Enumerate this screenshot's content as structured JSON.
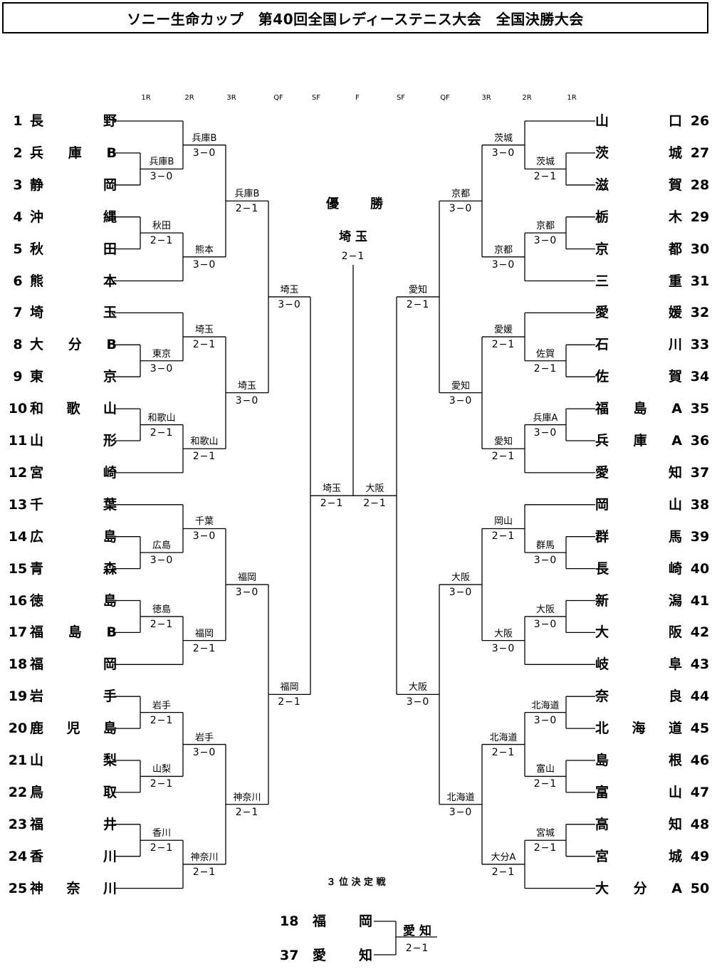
{
  "title": "ソニー生命カップ　第40回全国レディーステニス大会　全国決勝大会",
  "rounds_left": [
    "1R",
    "2R",
    "3R",
    "QF",
    "SF",
    "F"
  ],
  "rounds_right": [
    "SF",
    "QF",
    "3R",
    "2R",
    "1R"
  ],
  "teams_left": [
    {
      "no": "1",
      "chars": [
        "長",
        "野"
      ]
    },
    {
      "no": "2",
      "chars": [
        "兵",
        "庫",
        "B"
      ]
    },
    {
      "no": "3",
      "chars": [
        "静",
        "岡"
      ]
    },
    {
      "no": "4",
      "chars": [
        "沖",
        "縄"
      ]
    },
    {
      "no": "5",
      "chars": [
        "秋",
        "田"
      ]
    },
    {
      "no": "6",
      "chars": [
        "熊",
        "本"
      ]
    },
    {
      "no": "7",
      "chars": [
        "埼",
        "玉"
      ]
    },
    {
      "no": "8",
      "chars": [
        "大",
        "分",
        "B"
      ]
    },
    {
      "no": "9",
      "chars": [
        "東",
        "京"
      ]
    },
    {
      "no": "10",
      "chars": [
        "和",
        "歌",
        "山"
      ]
    },
    {
      "no": "11",
      "chars": [
        "山",
        "形"
      ]
    },
    {
      "no": "12",
      "chars": [
        "宮",
        "崎"
      ]
    },
    {
      "no": "13",
      "chars": [
        "千",
        "葉"
      ]
    },
    {
      "no": "14",
      "chars": [
        "広",
        "島"
      ]
    },
    {
      "no": "15",
      "chars": [
        "青",
        "森"
      ]
    },
    {
      "no": "16",
      "chars": [
        "徳",
        "島"
      ]
    },
    {
      "no": "17",
      "chars": [
        "福",
        "島",
        "B"
      ]
    },
    {
      "no": "18",
      "chars": [
        "福",
        "岡"
      ]
    },
    {
      "no": "19",
      "chars": [
        "岩",
        "手"
      ]
    },
    {
      "no": "20",
      "chars": [
        "鹿",
        "児",
        "島"
      ]
    },
    {
      "no": "21",
      "chars": [
        "山",
        "梨"
      ]
    },
    {
      "no": "22",
      "chars": [
        "鳥",
        "取"
      ]
    },
    {
      "no": "23",
      "chars": [
        "福",
        "井"
      ]
    },
    {
      "no": "24",
      "chars": [
        "香",
        "川"
      ]
    },
    {
      "no": "25",
      "chars": [
        "神",
        "奈",
        "川"
      ]
    }
  ],
  "teams_right": [
    {
      "no": "26",
      "chars": [
        "山",
        "口"
      ]
    },
    {
      "no": "27",
      "chars": [
        "茨",
        "城"
      ]
    },
    {
      "no": "28",
      "chars": [
        "滋",
        "賀"
      ]
    },
    {
      "no": "29",
      "chars": [
        "栃",
        "木"
      ]
    },
    {
      "no": "30",
      "chars": [
        "京",
        "都"
      ]
    },
    {
      "no": "31",
      "chars": [
        "三",
        "重"
      ]
    },
    {
      "no": "32",
      "chars": [
        "愛",
        "媛"
      ]
    },
    {
      "no": "33",
      "chars": [
        "石",
        "川"
      ]
    },
    {
      "no": "34",
      "chars": [
        "佐",
        "賀"
      ]
    },
    {
      "no": "35",
      "chars": [
        "福",
        "島",
        "A"
      ]
    },
    {
      "no": "36",
      "chars": [
        "兵",
        "庫",
        "A"
      ]
    },
    {
      "no": "37",
      "chars": [
        "愛",
        "知"
      ]
    },
    {
      "no": "38",
      "chars": [
        "岡",
        "山"
      ]
    },
    {
      "no": "39",
      "chars": [
        "群",
        "馬"
      ]
    },
    {
      "no": "40",
      "chars": [
        "長",
        "崎"
      ]
    },
    {
      "no": "41",
      "chars": [
        "新",
        "潟"
      ]
    },
    {
      "no": "42",
      "chars": [
        "大",
        "阪"
      ]
    },
    {
      "no": "43",
      "chars": [
        "岐",
        "阜"
      ]
    },
    {
      "no": "44",
      "chars": [
        "奈",
        "良"
      ]
    },
    {
      "no": "45",
      "chars": [
        "北",
        "海",
        "道"
      ]
    },
    {
      "no": "46",
      "chars": [
        "島",
        "根"
      ]
    },
    {
      "no": "47",
      "chars": [
        "富",
        "山"
      ]
    },
    {
      "no": "48",
      "chars": [
        "高",
        "知"
      ]
    },
    {
      "no": "49",
      "chars": [
        "宮",
        "城"
      ]
    },
    {
      "no": "50",
      "chars": [
        "大",
        "分",
        "A"
      ]
    }
  ],
  "matches_left": {
    "r1": [
      {
        "winner": "兵庫B",
        "score": "3−0"
      },
      {
        "winner": "秋田",
        "score": "2−1"
      },
      {
        "winner": "東京",
        "score": "3−0"
      },
      {
        "winner": "和歌山",
        "score": "2−1"
      },
      {
        "winner": "広島",
        "score": "3−0"
      },
      {
        "winner": "徳島",
        "score": "2−1"
      },
      {
        "winner": "岩手",
        "score": "2−1"
      },
      {
        "winner": "山梨",
        "score": "2−1"
      },
      {
        "winner": "香川",
        "score": "2−1"
      }
    ],
    "r2": [
      {
        "winner": "兵庫B",
        "score": "3−0"
      },
      {
        "winner": "熊本",
        "score": "3−0"
      },
      {
        "winner": "埼玉",
        "score": "2−1"
      },
      {
        "winner": "和歌山",
        "score": "2−1"
      },
      {
        "winner": "千葉",
        "score": "3−0"
      },
      {
        "winner": "福岡",
        "score": "2−1"
      },
      {
        "winner": "岩手",
        "score": "3−0"
      },
      {
        "winner": "神奈川",
        "score": "2−1"
      }
    ],
    "r3": [
      {
        "winner": "兵庫B",
        "score": "2−1"
      },
      {
        "winner": "埼玉",
        "score": "3−0"
      },
      {
        "winner": "福岡",
        "score": "3−0"
      },
      {
        "winner": "神奈川",
        "score": "2−1"
      }
    ],
    "qf": [
      {
        "winner": "埼玉",
        "score": "3−0"
      },
      {
        "winner": "福岡",
        "score": "2−1"
      }
    ],
    "sf": {
      "winner": "埼玉",
      "score": "2−1"
    }
  },
  "matches_right": {
    "r1": [
      {
        "winner": "茨城",
        "score": "2−1"
      },
      {
        "winner": "京都",
        "score": "3−0"
      },
      {
        "winner": "佐賀",
        "score": "2−1"
      },
      {
        "winner": "兵庫A",
        "score": "3−0"
      },
      {
        "winner": "群馬",
        "score": "3−0"
      },
      {
        "winner": "大阪",
        "score": "3−0"
      },
      {
        "winner": "北海道",
        "score": "3−0"
      },
      {
        "winner": "富山",
        "score": "2−1"
      },
      {
        "winner": "宮城",
        "score": "2−1"
      }
    ],
    "r2": [
      {
        "winner": "茨城",
        "score": "3−0"
      },
      {
        "winner": "京都",
        "score": "3−0"
      },
      {
        "winner": "愛媛",
        "score": "2−1"
      },
      {
        "winner": "愛知",
        "score": "2−1"
      },
      {
        "winner": "岡山",
        "score": "2−1"
      },
      {
        "winner": "大阪",
        "score": "3−0"
      },
      {
        "winner": "北海道",
        "score": "2−1"
      },
      {
        "winner": "大分A",
        "score": "2−1"
      }
    ],
    "r3": [
      {
        "winner": "京都",
        "score": "3−0"
      },
      {
        "winner": "愛知",
        "score": "3−0"
      },
      {
        "winner": "大阪",
        "score": "3−0"
      },
      {
        "winner": "北海道",
        "score": "3−0"
      }
    ],
    "qf": [
      {
        "winner": "愛知",
        "score": "2−1"
      },
      {
        "winner": "大阪",
        "score": "3−0"
      }
    ],
    "sf": {
      "winner": "大阪",
      "score": "2−1"
    }
  },
  "final": {
    "champion_label": [
      "優",
      "勝"
    ],
    "champion": "埼 玉",
    "score": "2−1"
  },
  "third_place": {
    "label": "３ 位 決 定 戦",
    "team_a": {
      "no": "18",
      "chars": [
        "福",
        "岡"
      ]
    },
    "team_b": {
      "no": "37",
      "chars": [
        "愛",
        "知"
      ]
    },
    "winner": "愛 知",
    "score": "2−1"
  }
}
